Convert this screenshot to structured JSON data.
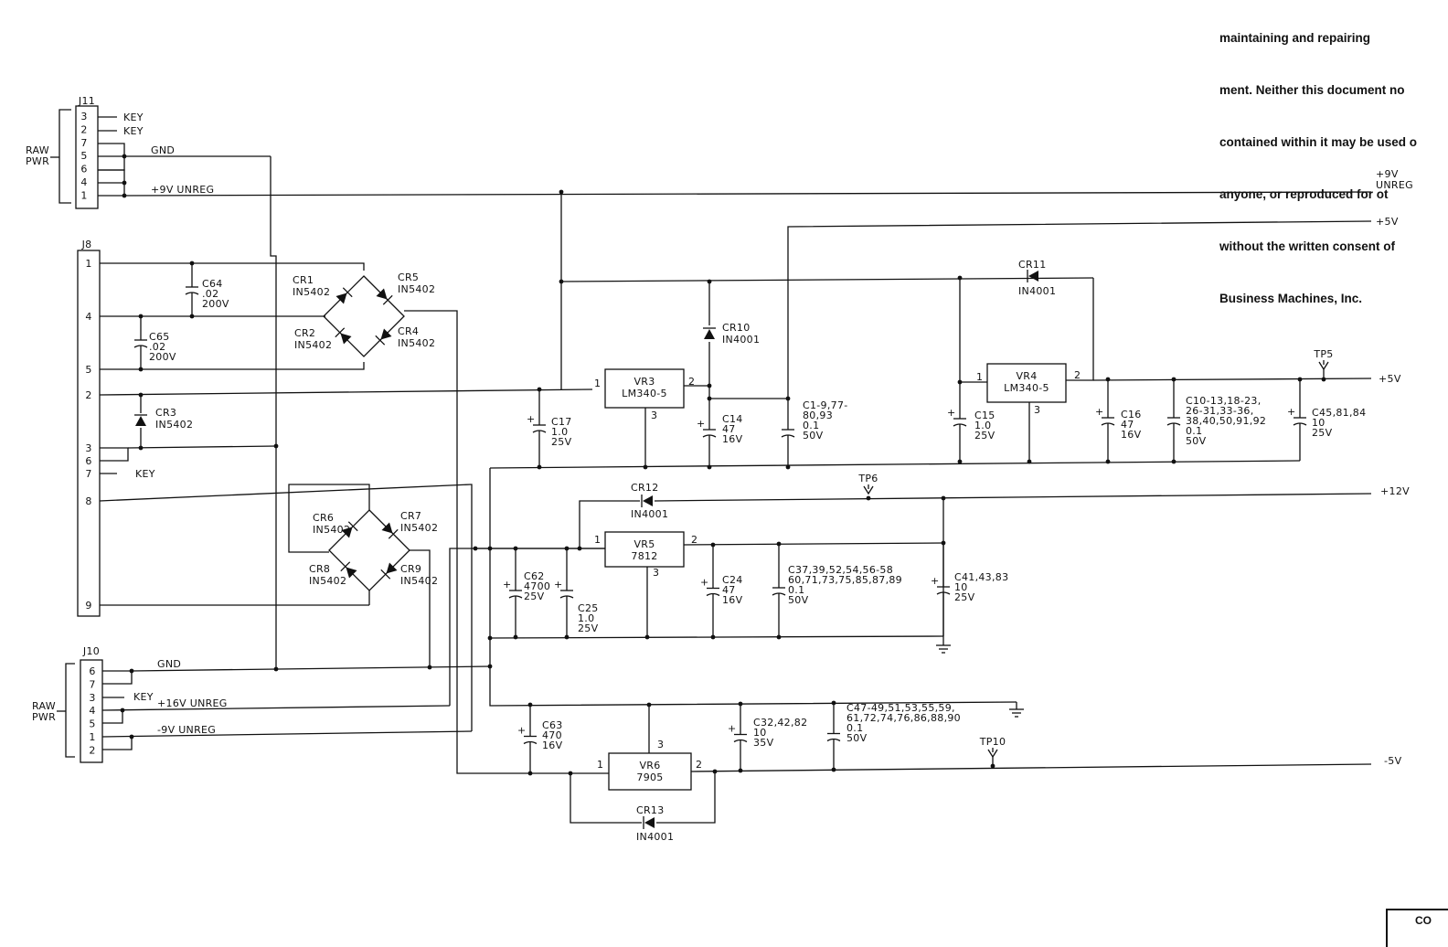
{
  "notice": {
    "lines": [
      "maintaining and repairing",
      "ment. Neither this document no",
      "contained within it may be used o",
      "anyone, or reproduced for ot",
      "without the written consent of",
      "Business Machines, Inc."
    ]
  },
  "corner_label": "CO",
  "connectors": {
    "j11": {
      "name": "J11",
      "pins": [
        "3",
        "2",
        "7",
        "5",
        "6",
        "4",
        "1"
      ],
      "group_label": [
        "RAW",
        "PWR"
      ],
      "signals": {
        "key1": "KEY",
        "key2": "KEY",
        "gnd": "GND",
        "unreg": "+9V UNREG"
      }
    },
    "j8": {
      "name": "J8",
      "pins": [
        "1",
        "4",
        "5",
        "2",
        "3",
        "6",
        "7",
        "8",
        "9"
      ],
      "signals": {
        "key": "KEY"
      }
    },
    "j10": {
      "name": "J10",
      "pins": [
        "6",
        "7",
        "3",
        "4",
        "5",
        "1",
        "2"
      ],
      "group_label": [
        "RAW",
        "PWR"
      ],
      "signals": {
        "gnd": "GND",
        "key": "KEY",
        "p16": "+16V UNREG",
        "m9": "-9V UNREG"
      }
    }
  },
  "rails": {
    "p9": [
      "+9V",
      "UNREG"
    ],
    "p5a": "+5V",
    "p5b": "+5V",
    "p12": "+12V",
    "m5": "-5V"
  },
  "regulators": {
    "vr3": {
      "ref": "VR3",
      "part": "LM340-5",
      "pins": [
        "1",
        "2",
        "3"
      ]
    },
    "vr4": {
      "ref": "VR4",
      "part": "LM340-5",
      "pins": [
        "1",
        "2",
        "3"
      ]
    },
    "vr5": {
      "ref": "VR5",
      "part": "7812",
      "pins": [
        "1",
        "2",
        "3"
      ]
    },
    "vr6": {
      "ref": "VR6",
      "part": "7905",
      "pins": [
        "1",
        "2",
        "3"
      ]
    }
  },
  "diodes": {
    "cr1": [
      "CR1",
      "IN5402"
    ],
    "cr2": [
      "CR2",
      "IN5402"
    ],
    "cr3": [
      "CR3",
      "IN5402"
    ],
    "cr4": [
      "CR4",
      "IN5402"
    ],
    "cr5": [
      "CR5",
      "IN5402"
    ],
    "cr6": [
      "CR6",
      "IN5402"
    ],
    "cr7": [
      "CR7",
      "IN5402"
    ],
    "cr8": [
      "CR8",
      "IN5402"
    ],
    "cr9": [
      "CR9",
      "IN5402"
    ],
    "cr10": [
      "CR10",
      "IN4001"
    ],
    "cr11": [
      "CR11",
      "IN4001"
    ],
    "cr12": [
      "CR12",
      "IN4001"
    ],
    "cr13": [
      "CR13",
      "IN4001"
    ]
  },
  "capacitors": {
    "c64": [
      "C64",
      ".02",
      "200V"
    ],
    "c65": [
      "C65",
      ".02",
      "200V"
    ],
    "c17": [
      "C17",
      "1.0",
      "25V"
    ],
    "c14": [
      "C14",
      "47",
      "16V"
    ],
    "c1": [
      "C1-9,77-",
      "80,93",
      "0.1",
      "50V"
    ],
    "c15": [
      "C15",
      "1.0",
      "25V"
    ],
    "c16": [
      "C16",
      "47",
      "16V"
    ],
    "c10": [
      "C10-13,18-23,",
      "26-31,33-36,",
      "38,40,50,91,92",
      "0.1",
      "50V"
    ],
    "c45": [
      "C45,81,84",
      "10",
      "25V"
    ],
    "c62": [
      "C62",
      "4700",
      "25V"
    ],
    "c25": [
      "C25",
      "1.0",
      "25V"
    ],
    "c24": [
      "C24",
      "47",
      "16V"
    ],
    "c37": [
      "C37,39,52,54,56-58",
      "60,71,73,75,85,87,89",
      "0.1",
      "50V"
    ],
    "c41": [
      "C41,43,83",
      "10",
      "25V"
    ],
    "c63": [
      "C63",
      "470",
      "16V"
    ],
    "c32": [
      "C32,42,82",
      "10",
      "35V"
    ],
    "c47": [
      "C47-49,51,53,55,59,",
      "61,72,74,76,86,88,90",
      "0.1",
      "50V"
    ]
  },
  "testpoints": {
    "tp5": "TP5",
    "tp6": "TP6",
    "tp10": "TP10"
  },
  "polarity_mark": "+"
}
